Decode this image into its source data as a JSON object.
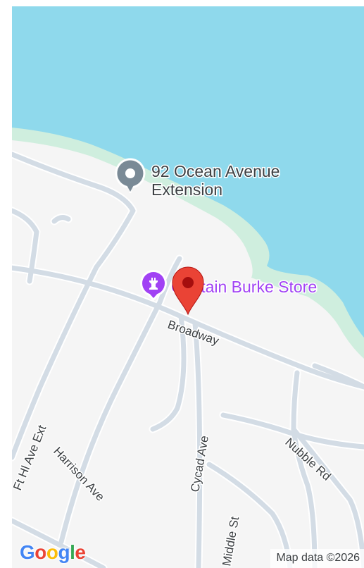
{
  "map": {
    "colors": {
      "water": "#8fd9ec",
      "park": "#cfeede",
      "land": "#f5f5f5",
      "road": "#d3dce5",
      "road_edge": "#ffffff",
      "label": "#3c4043",
      "poi_purple": "#a142f4",
      "poi_gray": "#7a8a96",
      "pin_red": "#ea4335",
      "pin_dark": "#a50e0e"
    },
    "places": [
      {
        "id": "ocean-ave-ext",
        "line1": "92 Ocean Avenue",
        "line2": "Extension",
        "icon": "map-pin-icon"
      },
      {
        "id": "captain-burke",
        "name": "Captain Burke Store",
        "icon": "rook-icon"
      }
    ],
    "streets": [
      "Broadway",
      "Ft Hl Ave Ext",
      "Harrison Ave",
      "Cycad Ave",
      "Middle St",
      "Nubble Rd"
    ],
    "marker": {
      "icon": "red-location-marker-icon"
    },
    "attribution": "Map data ©2026",
    "logo": {
      "letters": [
        {
          "char": "G",
          "color": "#4285f4"
        },
        {
          "char": "o",
          "color": "#ea4335"
        },
        {
          "char": "o",
          "color": "#fbbc05"
        },
        {
          "char": "g",
          "color": "#4285f4"
        },
        {
          "char": "l",
          "color": "#34a853"
        },
        {
          "char": "e",
          "color": "#ea4335"
        }
      ]
    }
  }
}
